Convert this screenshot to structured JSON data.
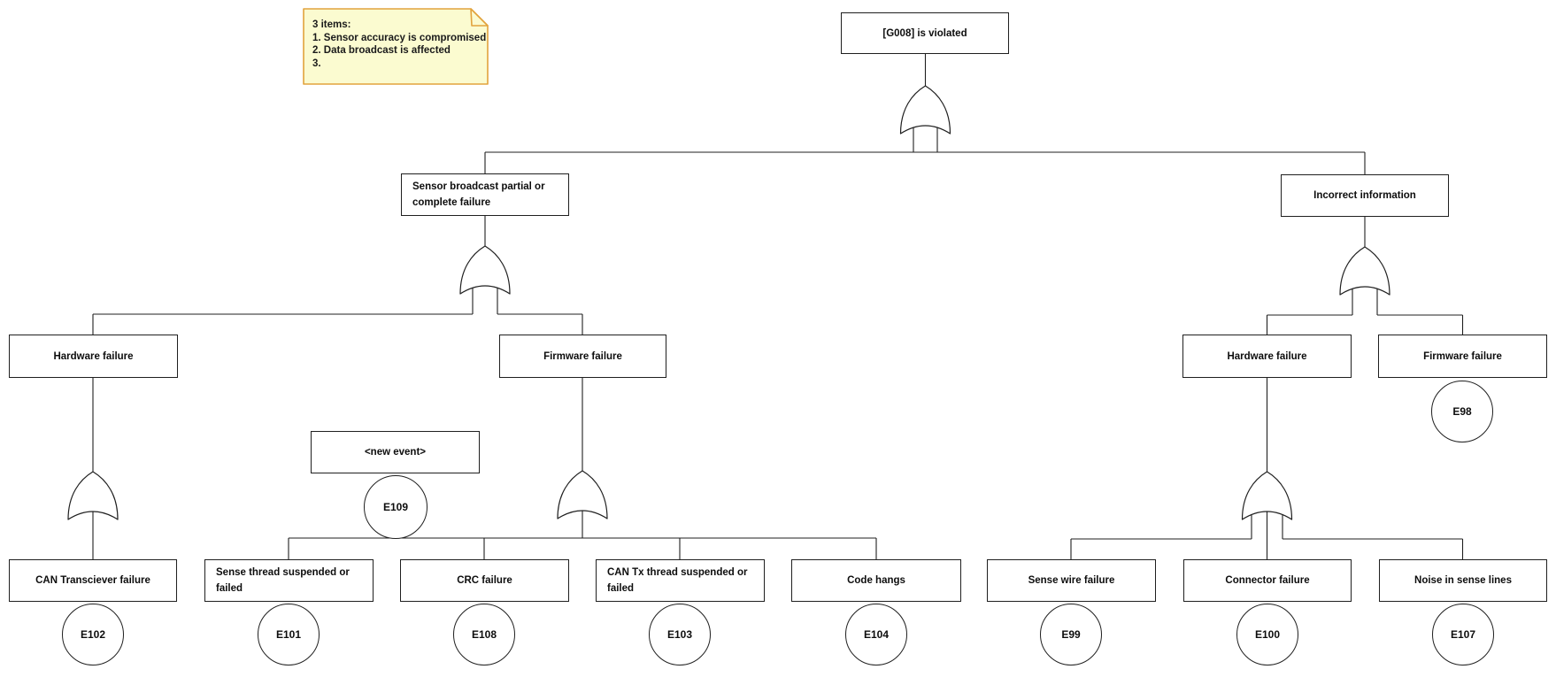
{
  "note": {
    "lines": [
      "3 items:",
      "1. Sensor accuracy is compromised",
      "2. Data broadcast is affected",
      "3."
    ],
    "fill": "#FBFBD0",
    "border": "#E2A33D"
  },
  "tree": {
    "colors": {
      "line": "#1f1f1f",
      "box_border": "#1f1f1f",
      "box_fill": "#FFFFFF"
    },
    "events": [
      {
        "id": "root",
        "label": "[G008] is violated"
      },
      {
        "id": "sensor-broadcast-failure",
        "label": "Sensor broadcast partial or\ncomplete failure"
      },
      {
        "id": "incorrect-information",
        "label": "Incorrect information"
      },
      {
        "id": "hardware-failure-left",
        "label": "Hardware failure"
      },
      {
        "id": "firmware-failure-left",
        "label": "Firmware failure"
      },
      {
        "id": "hardware-failure-right",
        "label": "Hardware failure"
      },
      {
        "id": "firmware-failure-right",
        "label": "Firmware failure"
      },
      {
        "id": "new-event",
        "label": "<new event>"
      },
      {
        "id": "can-transciever-failure",
        "label": "CAN Transciever failure"
      },
      {
        "id": "sense-thread-suspended",
        "label": "Sense thread suspended or\nfailed"
      },
      {
        "id": "crc-failure",
        "label": "CRC failure"
      },
      {
        "id": "can-tx-thread-suspended",
        "label": "CAN Tx thread suspended or\nfailed"
      },
      {
        "id": "code-hangs",
        "label": "Code hangs"
      },
      {
        "id": "sense-wire-failure",
        "label": "Sense wire failure"
      },
      {
        "id": "connector-failure",
        "label": "Connector failure"
      },
      {
        "id": "noise-in-sense-lines",
        "label": "Noise in sense lines"
      }
    ],
    "basic_events": [
      {
        "id": "E102",
        "label": "E102"
      },
      {
        "id": "E101",
        "label": "E101"
      },
      {
        "id": "E108",
        "label": "E108"
      },
      {
        "id": "E103",
        "label": "E103"
      },
      {
        "id": "E104",
        "label": "E104"
      },
      {
        "id": "E99",
        "label": "E99"
      },
      {
        "id": "E100",
        "label": "E100"
      },
      {
        "id": "E107",
        "label": "E107"
      },
      {
        "id": "E98",
        "label": "E98"
      },
      {
        "id": "E109",
        "label": "E109"
      }
    ],
    "gates": [
      {
        "id": "gate-root",
        "type": "or"
      },
      {
        "id": "gate-sensor-broadcast",
        "type": "or"
      },
      {
        "id": "gate-incorrect-information",
        "type": "or"
      },
      {
        "id": "gate-hardware-left",
        "type": "or"
      },
      {
        "id": "gate-firmware-left",
        "type": "or"
      },
      {
        "id": "gate-hardware-right",
        "type": "or"
      }
    ]
  }
}
